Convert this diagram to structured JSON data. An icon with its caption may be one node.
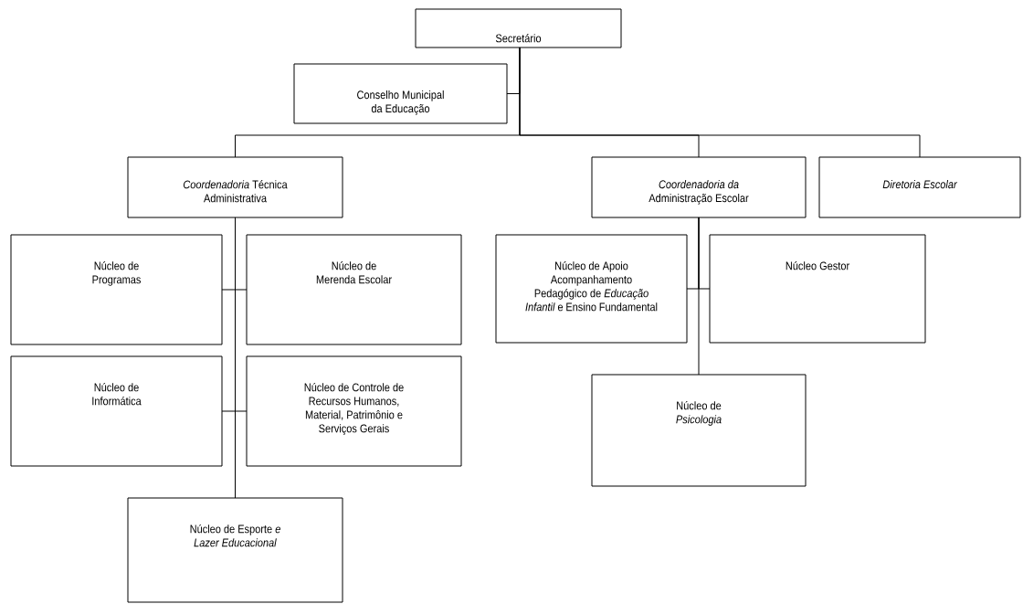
{
  "diagram": {
    "nodes": [
      {
        "text": [
          "Secretário"
        ]
      },
      {
        "text": [
          "Conselho Municipal da Educação"
        ]
      },
      {
        "text": [
          "*Coordenadoria* Técnica Administrativa"
        ]
      },
      {
        "text": [
          "*Coordenadoria da* Administração Escolar"
        ]
      },
      {
        "text": [
          "Diretoria Escolar"
        ]
      },
      {
        "text": [
          "Núcleo de Programas"
        ]
      },
      {
        "text": [
          "Núcleo de Merenda Escolar"
        ]
      },
      {
        "text": [
          "Núcleo de Informática"
        ]
      },
      {
        "text": [
          "Núcleo de Controle de Recursos Humanos, Material, Patrimônio e Serviços Gerais"
        ]
      },
      {
        "text": [
          "Núcleo de Esporte *e Lazer Educacional*"
        ]
      },
      {
        "text": [
          "Núcleo de Apoio Acompanhamento Pedagógico de *Educação Infantil* e Ensino Fundamental"
        ]
      },
      {
        "text": [
          "Núcleo Gestor"
        ]
      },
      {
        "text": [
          "Núcleo de *Psicologia*"
        ]
      }
    ],
    "edges": [
      {
        "from": 0,
        "to": 1,
        "arrow": "none"
      },
      {
        "from": 0,
        "to": 2,
        "arrow": "none"
      },
      {
        "from": 0,
        "to": 3,
        "arrow": "none"
      },
      {
        "from": 0,
        "to": 4,
        "arrow": "none"
      },
      {
        "from": 2,
        "to": 5,
        "arrow": "none"
      },
      {
        "from": 2,
        "to": 6,
        "arrow": "none"
      },
      {
        "from": 2,
        "to": 7,
        "arrow": "none"
      },
      {
        "from": 2,
        "to": 8,
        "arrow": "none"
      },
      {
        "from": 2,
        "to": 9,
        "arrow": "none"
      },
      {
        "from": 3,
        "to": 10,
        "arrow": "none"
      },
      {
        "from": 3,
        "to": 11,
        "arrow": "none"
      },
      {
        "from": 3,
        "to": 12,
        "arrow": "none"
      }
    ]
  }
}
